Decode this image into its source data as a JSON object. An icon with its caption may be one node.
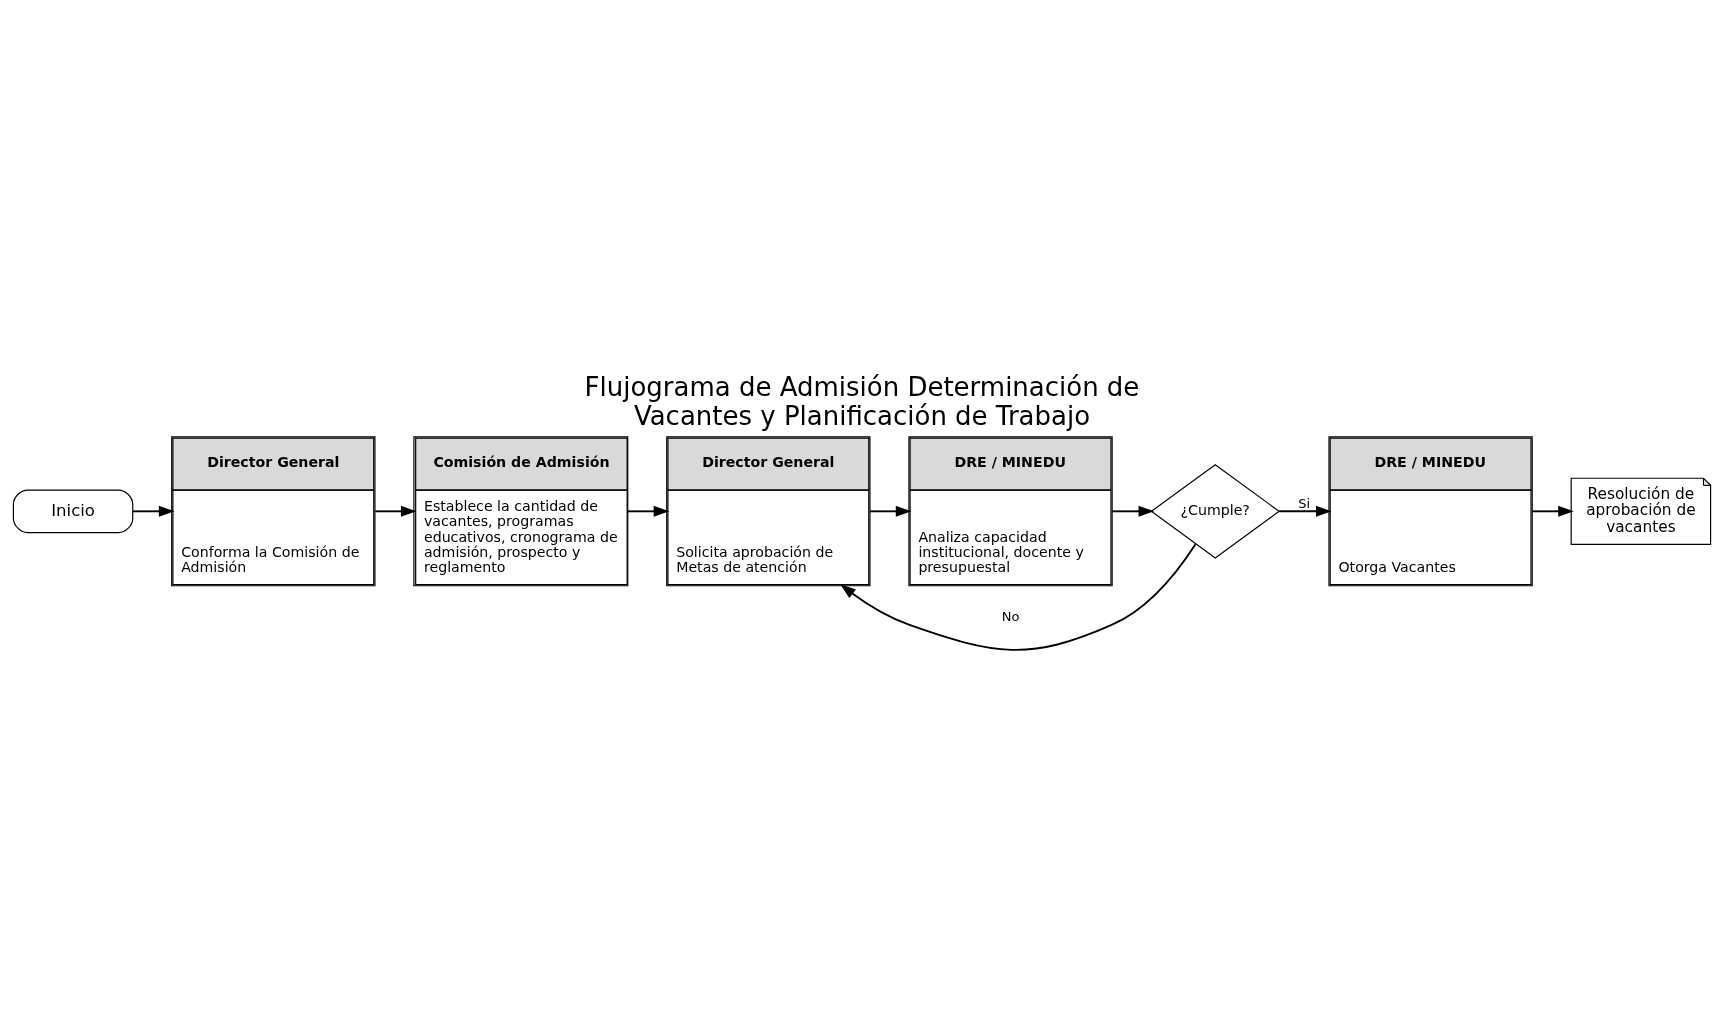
{
  "diagram": {
    "title": "Flujograma de Admisión Determinación de Vacantes y Planificación de Trabajo",
    "nodes": [
      {
        "text": [
          "Inicio"
        ]
      },
      {
        "text": [
          "Director General",
          "Conforma la Comisión de Admisión"
        ]
      },
      {
        "text": [
          "Comisión de Admisión",
          "Establece la cantidad de vacantes, programas educativos, cronograma de admisión, prospecto y reglamento"
        ]
      },
      {
        "text": [
          "Director General",
          "Solicita aprobación de Metas de atención"
        ]
      },
      {
        "text": [
          "DRE / MINEDU",
          "Analiza capacidad institucional, docente y presupuestal"
        ]
      },
      {
        "text": [
          "¿Cumple?"
        ]
      },
      {
        "text": [
          "DRE / MINEDU",
          "Otorga Vacantes"
        ]
      },
      {
        "text": [
          "Resolución de aprobación de vacantes"
        ]
      }
    ],
    "edges": [
      {
        "from": 0,
        "to": 1,
        "arrow": "to"
      },
      {
        "from": 1,
        "to": 2,
        "arrow": "to"
      },
      {
        "from": 2,
        "to": 3,
        "arrow": "to"
      },
      {
        "from": 3,
        "to": 4,
        "arrow": "to"
      },
      {
        "from": 4,
        "to": 5,
        "arrow": "to"
      },
      {
        "from": 5,
        "to": 6,
        "label": "Si",
        "arrow": "to"
      },
      {
        "from": 6,
        "to": 7,
        "arrow": "to"
      },
      {
        "from": 5,
        "to": 3,
        "label": "No",
        "arrow": "to"
      }
    ]
  }
}
